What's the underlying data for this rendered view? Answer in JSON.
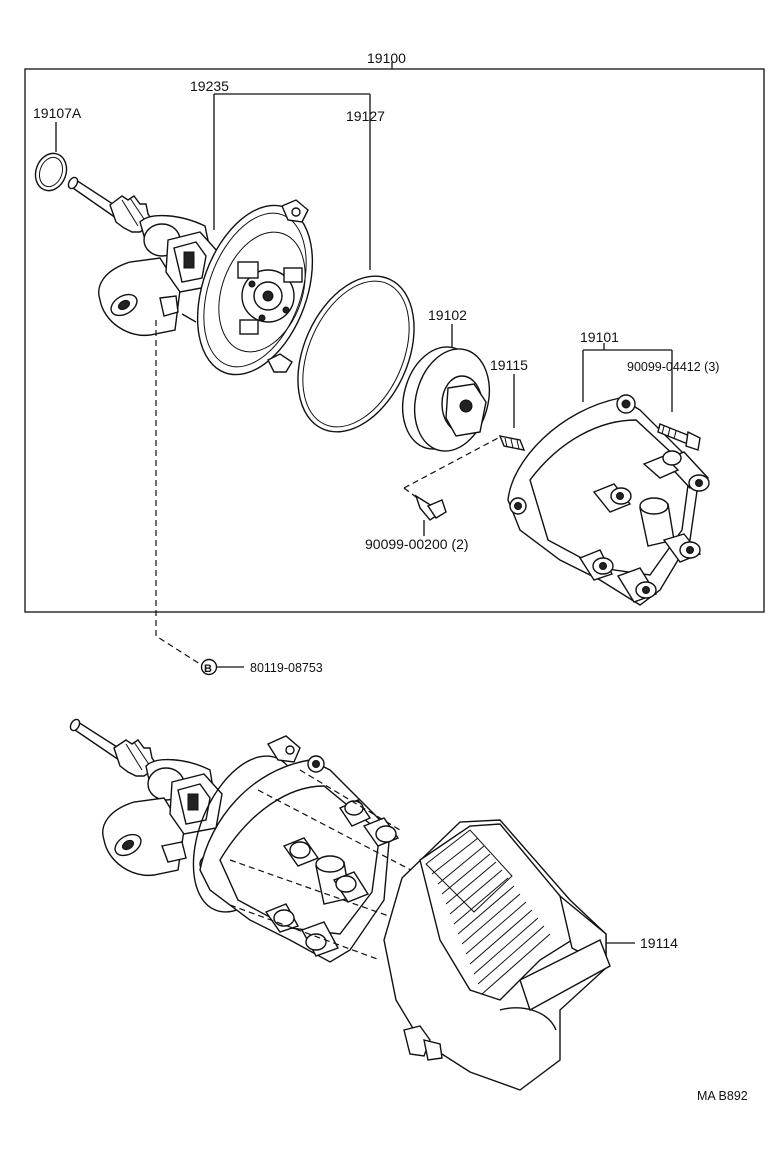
{
  "diagram": {
    "assembly_label": "19100",
    "labels": {
      "p19235": "19235",
      "p19107A": "19107A",
      "p19127": "19127",
      "p19102": "19102",
      "p19101": "19101",
      "p19115": "19115",
      "p90099_04412": "90099-04412 (3)",
      "p90099_00200": "90099-00200 (2)",
      "p80119_08753": "80119-08753",
      "bolt_marker": "B",
      "p19114": "19114"
    },
    "footer_code": "MA  B892"
  }
}
